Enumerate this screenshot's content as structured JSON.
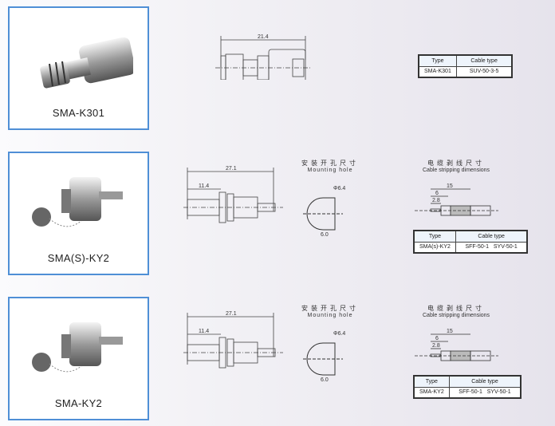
{
  "products": [
    {
      "name": "SMA-K301",
      "length_dim": "21.4",
      "table": {
        "type_header": "Type",
        "cable_header": "Cable type",
        "type": "SMA-K301",
        "cable": "SUV-50-3-5"
      }
    },
    {
      "name": "SMA(S)-KY2",
      "length_dim": "27.1",
      "sub_dim": "11.4",
      "hole_dia": "Φ6.4",
      "hole_flat": "6.0",
      "strip": [
        "15",
        "6",
        "2.8"
      ],
      "table": {
        "type_header": "Type",
        "cable_header": "Cable type",
        "type": "SMA(s)-KY2",
        "cable": "SFF-50-1   SYV-50-1"
      }
    },
    {
      "name": "SMA-KY2",
      "length_dim": "27.1",
      "sub_dim": "11.4",
      "hole_dia": "Φ6.4",
      "hole_flat": "6.0",
      "strip": [
        "15",
        "6",
        "2.8"
      ],
      "table": {
        "type_header": "Type",
        "cable_header": "Cable type",
        "type": "SMA-KY2",
        "cable": "SFF-50-1   SYV-50-1"
      }
    }
  ],
  "labels": {
    "mount_cn": "安装开孔尺寸",
    "mount_en": "Mounting hole",
    "strip_cn": "电缆剥线尺寸",
    "strip_en": "Cable stripping dimensions"
  }
}
